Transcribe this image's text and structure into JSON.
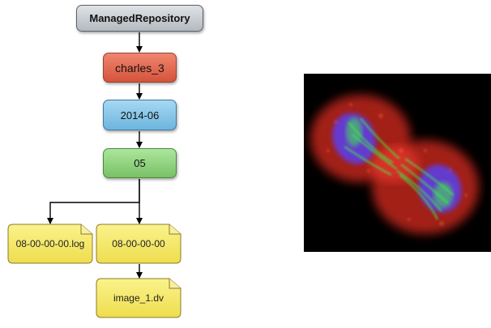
{
  "tree": {
    "root": "ManagedRepository",
    "user": "charles_3",
    "date": "2014-06",
    "day": "05",
    "log_file": "08-00-00-00.log",
    "folder": "08-00-00-00",
    "image_file": "image_1.dv"
  },
  "colors": {
    "root": "#c4cace",
    "user": "#e56b53",
    "date": "#87c5e8",
    "day": "#8fd37e",
    "file": "#f2e76a"
  },
  "microscopy": {
    "subject": "fluorescence image of a dividing cell",
    "channels": [
      "red",
      "green",
      "blue"
    ]
  }
}
